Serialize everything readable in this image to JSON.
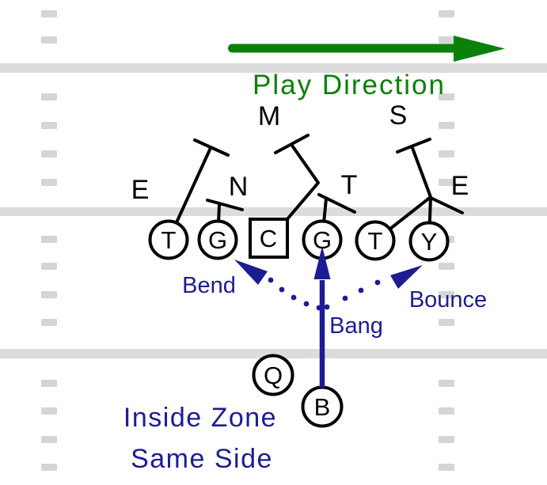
{
  "colors": {
    "green": "#0a810a",
    "navy": "#1c1c95",
    "yard_line_gray": "#dcdcdc",
    "hash_gray": "#d5d5d5",
    "player_outline": "#000000",
    "background": "#ffffff"
  },
  "field": {
    "yard_line_ys": [
      80,
      262,
      441
    ],
    "yard_line_heights": [
      12,
      11,
      12
    ],
    "hash_col_xs": [
      52,
      554
    ],
    "hash_row_ys": [
      13,
      46,
      118,
      154,
      190,
      226,
      298,
      332,
      368,
      403,
      480,
      515,
      551,
      586
    ],
    "hash_w": 20,
    "hash_h": 9
  },
  "play_direction": {
    "label": "Play Direction"
  },
  "offense": {
    "line": [
      {
        "label": "T"
      },
      {
        "label": "G"
      },
      {
        "label": "C"
      },
      {
        "label": "G"
      },
      {
        "label": "T"
      },
      {
        "label": "Y"
      }
    ],
    "backfield": [
      {
        "label": "Q"
      },
      {
        "label": "B"
      }
    ]
  },
  "defense": [
    {
      "label": "E"
    },
    {
      "label": "N"
    },
    {
      "label": "M"
    },
    {
      "label": "T"
    },
    {
      "label": "S"
    },
    {
      "label": "E"
    }
  ],
  "run_paths": [
    {
      "label": "Bend"
    },
    {
      "label": "Bang"
    },
    {
      "label": "Bounce"
    }
  ],
  "caption": {
    "line1": "Inside Zone",
    "line2": "Same Side"
  }
}
